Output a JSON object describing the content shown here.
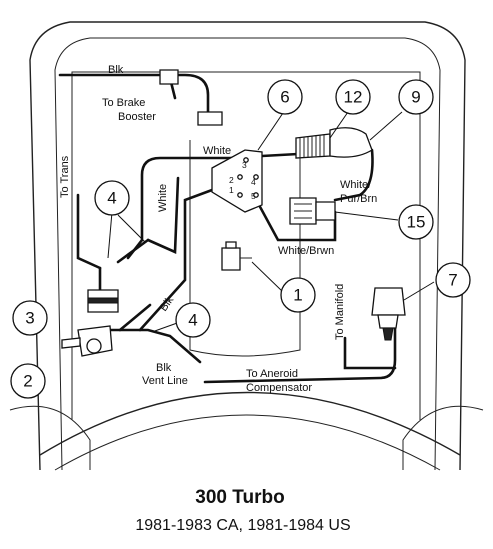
{
  "labels": {
    "blk_top": "Blk",
    "brake_booster_1": "To Brake",
    "brake_booster_2": "Booster",
    "to_trans": "To Trans",
    "white_vertical": "White",
    "white_top": "White",
    "white_pur_brn_1": "White/",
    "white_pur_brn_2": "Pur/Brn",
    "white_brwn": "White/Brwn",
    "blk_mid": "Blk",
    "blk_vent_1": "Blk",
    "blk_vent_2": "Vent Line",
    "to_manifold": "To Manifold",
    "aneroid_1": "To Aneroid",
    "aneroid_2": "Compensator"
  },
  "pins": [
    "3",
    "2",
    "4",
    "1",
    "5"
  ],
  "callouts": {
    "c1": "1",
    "c2": "2",
    "c3": "3",
    "c4a": "4",
    "c4b": "4",
    "c6": "6",
    "c7": "7",
    "c9": "9",
    "c12": "12",
    "c15": "15"
  },
  "title": "300 Turbo",
  "subtitle": "1981-1983 CA, 1981-1984 US"
}
